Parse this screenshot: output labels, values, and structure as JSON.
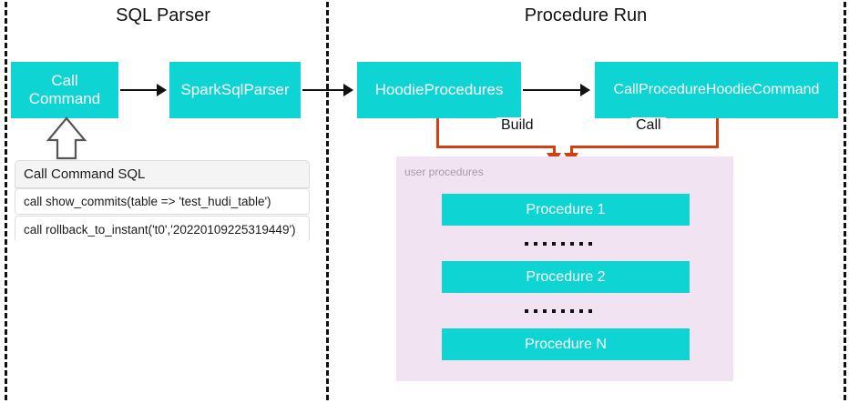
{
  "diagram": {
    "title_left": "SQL Parser",
    "title_right": "Procedure Run",
    "accent_cyan": "#0FD4D4",
    "accent_orange": "#D2400F",
    "panel_pink": "#F2E3F3",
    "divider_color": "#111111"
  },
  "nodes": {
    "call_command": "Call\nCommand",
    "call_command_line1": "Call",
    "call_command_line2": "Command",
    "spark_sql_parser": "SparkSqlParser",
    "hoodie_procedures": "HoodieProcedures",
    "call_procedure_hoodie_command": "CallProcedureHoodieCommand"
  },
  "edges": {
    "build_label": "Build",
    "call_label": "Call"
  },
  "sql_table": {
    "header": "Call Command SQL",
    "rows": [
      "call show_commits(table => 'test_hudi_table')",
      "call rollback_to_instant('t0','20220109225319449')"
    ]
  },
  "procedures_panel": {
    "label": "user procedures",
    "items": [
      "Procedure 1",
      "Procedure 2",
      "Procedure N"
    ],
    "ellipsis_dot_count": 8
  }
}
